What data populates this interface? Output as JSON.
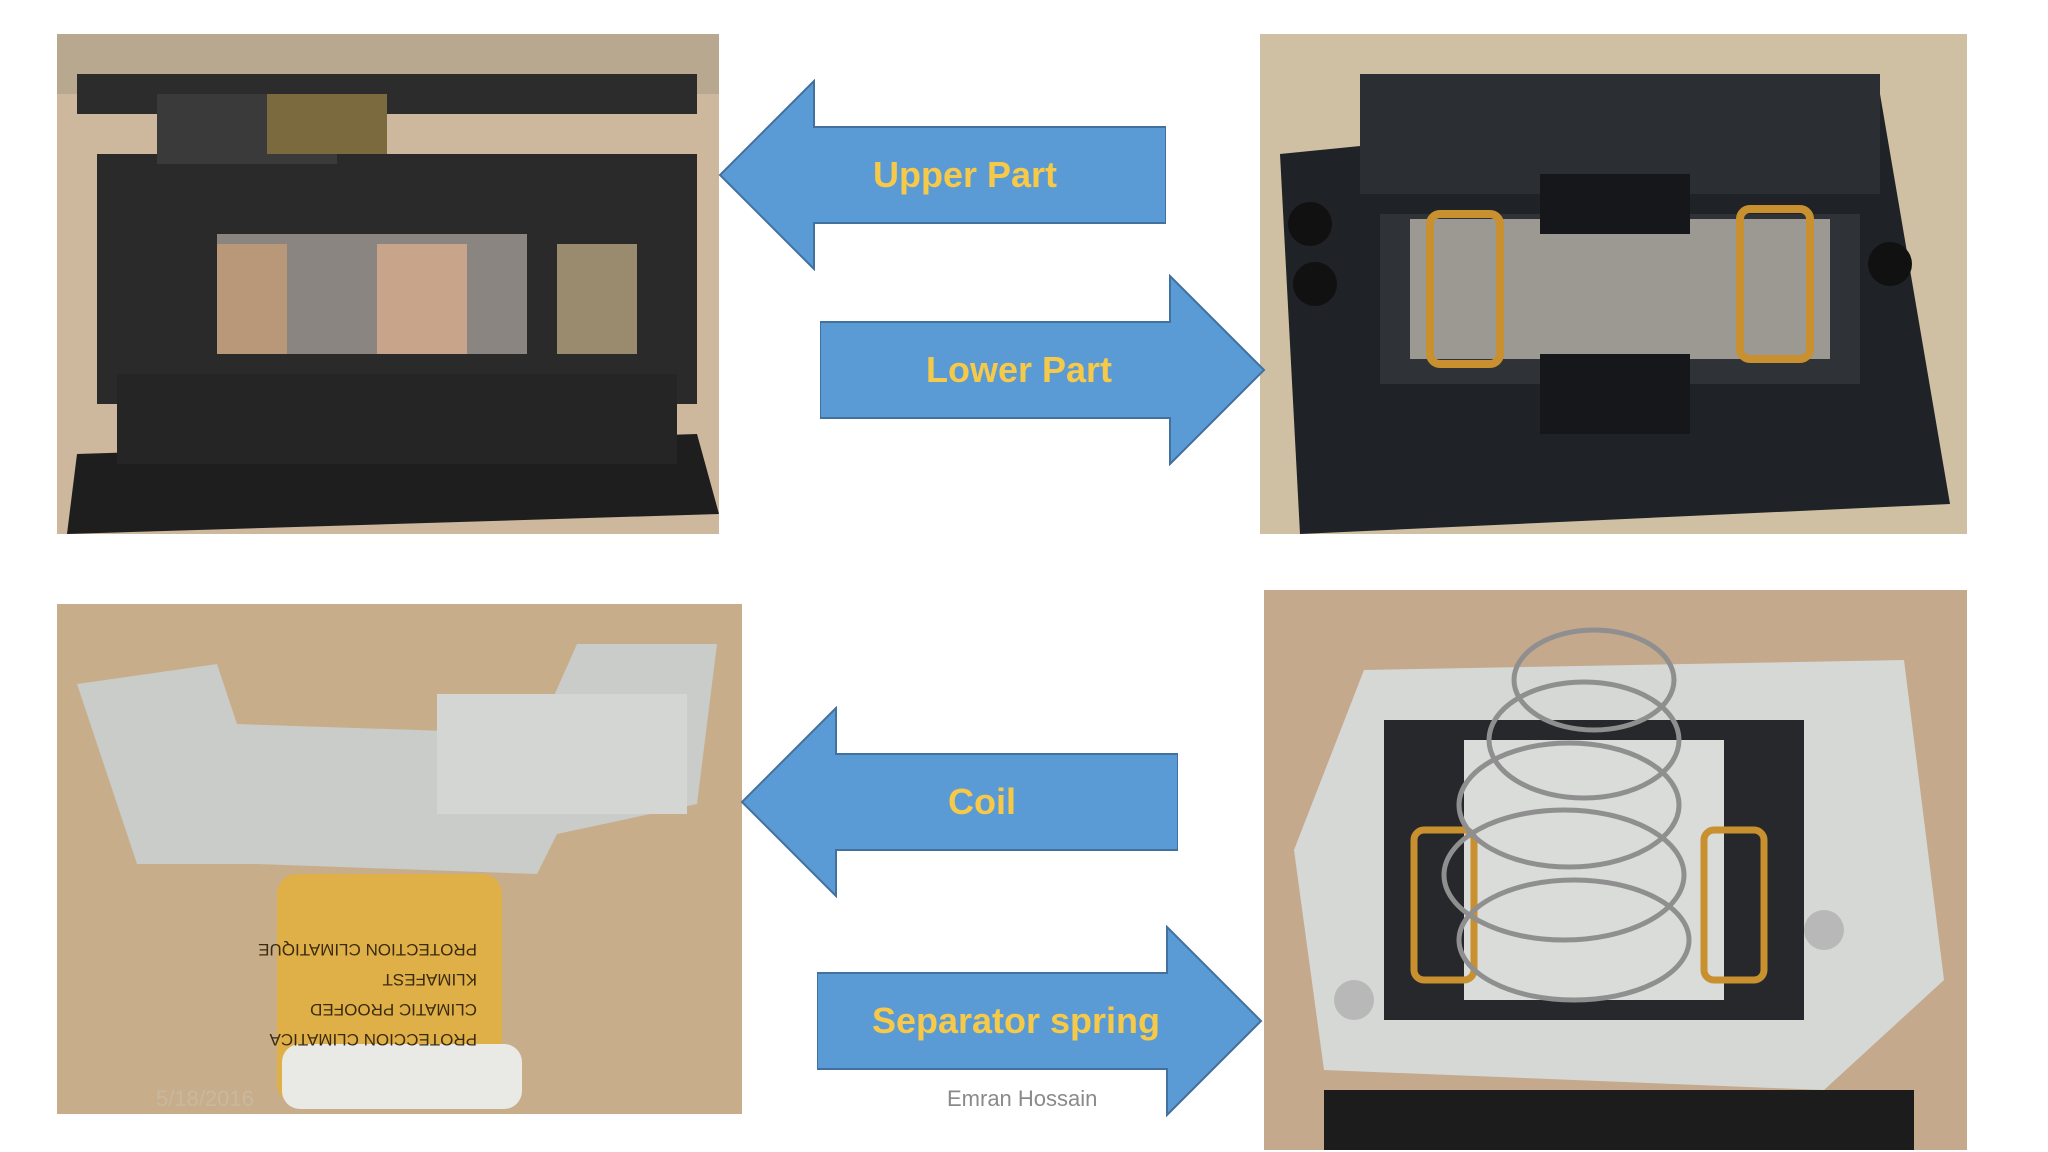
{
  "slide": {
    "arrows": {
      "upper": {
        "label": "Upper Part",
        "direction": "left"
      },
      "lower": {
        "label": "Lower Part",
        "direction": "right"
      },
      "coil": {
        "label": "Coil",
        "direction": "left"
      },
      "spring": {
        "label": "Separator spring",
        "direction": "right"
      }
    },
    "footer": {
      "date": "5/18/2016",
      "author": "Emran Hossain"
    },
    "coil_print": "PROTECCION CLIMATICA CLIMATIC PROOFED KLIMAFEST PROTECTION CLIMATIQUE",
    "colors": {
      "arrow_fill": "#5b9bd5",
      "arrow_stroke": "#41719c",
      "label_text": "#f7c948"
    }
  }
}
